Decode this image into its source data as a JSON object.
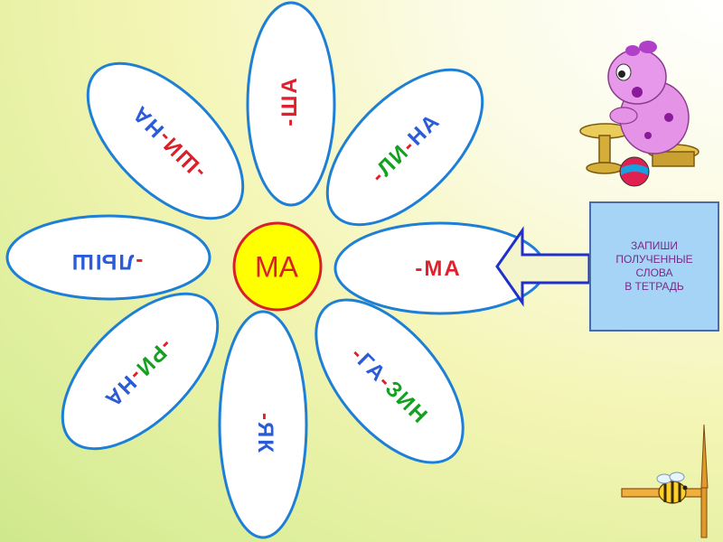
{
  "center": {
    "label": "МА",
    "color": "#d8202a"
  },
  "petals": [
    {
      "parts": [
        {
          "t": "-",
          "c": "#e0202a"
        },
        {
          "t": "ША",
          "c": "#e0202a"
        }
      ]
    },
    {
      "parts": [
        {
          "t": "-",
          "c": "#e0202a"
        },
        {
          "t": "ЛИ",
          "c": "#14a020"
        },
        {
          "t": "-",
          "c": "#e0202a"
        },
        {
          "t": "НА",
          "c": "#2a5cd8"
        }
      ]
    },
    {
      "parts": [
        {
          "t": "-",
          "c": "#e0202a"
        },
        {
          "t": "МА",
          "c": "#e0202a"
        }
      ]
    },
    {
      "parts": [
        {
          "t": "-",
          "c": "#e0202a"
        },
        {
          "t": "ГА",
          "c": "#2a5cd8"
        },
        {
          "t": "-",
          "c": "#e0202a"
        },
        {
          "t": "ЗИН",
          "c": "#14a020"
        }
      ]
    },
    {
      "parts": [
        {
          "t": "-",
          "c": "#e0202a"
        },
        {
          "t": "ЯК",
          "c": "#2a5cd8"
        }
      ]
    },
    {
      "parts": [
        {
          "t": "-",
          "c": "#e0202a"
        },
        {
          "t": "РИ",
          "c": "#14a020"
        },
        {
          "t": "-",
          "c": "#e0202a"
        },
        {
          "t": "НА",
          "c": "#2a5cd8"
        }
      ]
    },
    {
      "parts": [
        {
          "t": "-",
          "c": "#e0202a"
        },
        {
          "t": "ЛЫШ",
          "c": "#2a5cd8"
        }
      ]
    },
    {
      "parts": [
        {
          "t": "-",
          "c": "#e0202a"
        },
        {
          "t": "ШИ",
          "c": "#d8202a"
        },
        {
          "t": "-",
          "c": "#e0202a"
        },
        {
          "t": "НА",
          "c": "#2a5cd8"
        }
      ]
    }
  ],
  "instruction": {
    "lines": [
      "ЗАПИШИ",
      "ПОЛУЧЕННЫЕ",
      "СЛОВА",
      "В ТЕТРАДЬ"
    ]
  },
  "icons": {
    "character": "luntik-character-icon",
    "arrow": "left-arrow-icon",
    "next": "bee-next-icon"
  }
}
